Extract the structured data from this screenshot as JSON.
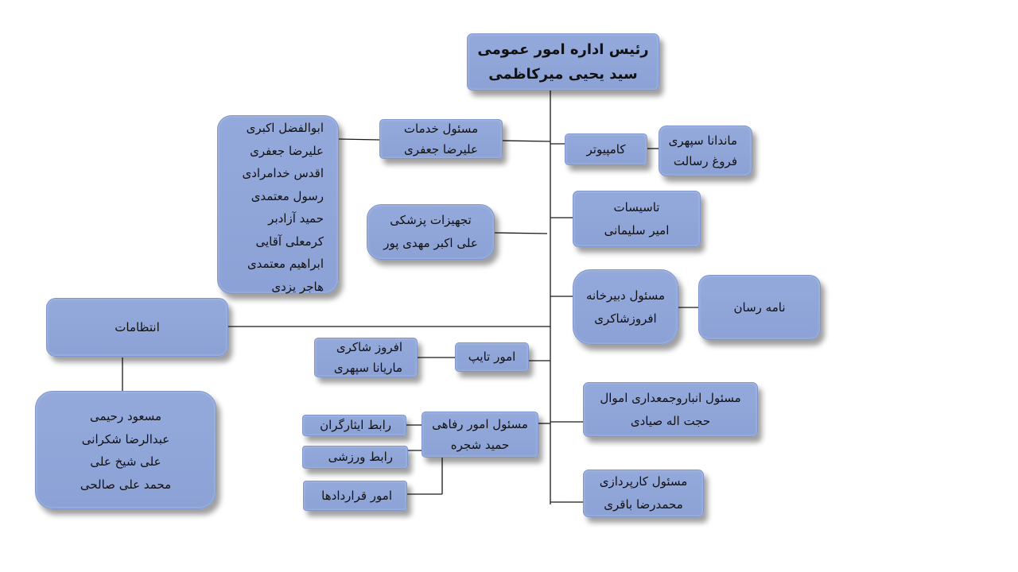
{
  "head": {
    "title": "رئیس اداره امور عمومی",
    "name": "سید یحیی میرکاظمی"
  },
  "services": {
    "title": "مسئول خدمات",
    "name": "علیرضا جعفری"
  },
  "services_staff": [
    "ابوالفضل اکبری",
    "علیرضا جعفری",
    "اقدس خدامرادی",
    "رسول معتمدی",
    "حمید آزادبر",
    "کرمعلی آقایی",
    "ابراهیم معتمدی",
    "هاجر یزدی"
  ],
  "medical": {
    "title": "تجهیزات پزشکی",
    "name": "علی اکبر مهدی پور"
  },
  "security": {
    "title": "انتظامات"
  },
  "security_staff": [
    "مسعود رحیمی",
    "عبدالرضا شکرانی",
    "علی شیخ علی",
    "محمد علی صالحی"
  ],
  "typing": {
    "title": "امور تایپ"
  },
  "typing_staff": [
    "افروز شاکری",
    "ماریانا سپهری"
  ],
  "welfare": {
    "title": "مسئول امور رفاهی",
    "name": "حمید شجره"
  },
  "welfare_units": [
    "رابط ایثارگران",
    "رابط ورزشی",
    "امور قراردادها"
  ],
  "computer": {
    "title": "کامپیوتر"
  },
  "computer_staff": [
    "ماندانا سپهری",
    "فروغ رسالت"
  ],
  "facilities": {
    "title": "تاسیسات",
    "name": "امیر سلیمانی"
  },
  "secretariat": {
    "title": "مسئول دبیرخانه",
    "name": "افروزشاکری"
  },
  "courier": {
    "title": "نامه رسان"
  },
  "warehouse": {
    "title": "مسئول انباروجمعداری اموال",
    "name": "حجت اله صیادی"
  },
  "procurement": {
    "title": "مسئول کارپردازی",
    "name": "محمدرضا باقری"
  },
  "colors": {
    "box_fill": "#8fa6d8",
    "box_border": "#7f96cc",
    "line": "#1a1a1a"
  }
}
